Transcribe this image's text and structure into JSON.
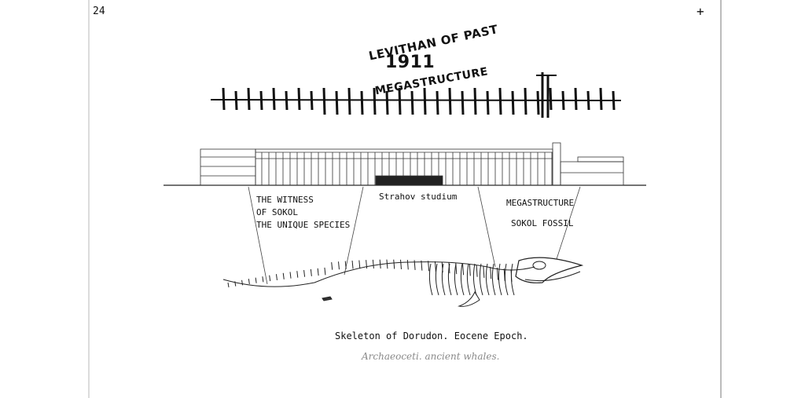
{
  "title": {
    "line1": "LEVITHAN OF PAST",
    "line2": "1911",
    "line3": "MEGASTRUCTURE"
  },
  "corner_marks": {
    "left": "24",
    "right": "+"
  },
  "labels": {
    "stadium": "Strahov studium",
    "witness_1": "THE WITNESS",
    "witness_2": "OF SOKOL",
    "witness_3": "THE UNIQUE SPECIES",
    "mega_1": "MEGASTRUCTURE",
    "mega_2": "SOKOL FOSSIL"
  },
  "caption": {
    "main": "Skeleton of Dorudon. Eocene Epoch.",
    "sub": "Archaeoceti. ancient whales."
  },
  "colors": {
    "ink": "#111111",
    "paper": "#ffffff",
    "edge": "#c8c8c8"
  }
}
